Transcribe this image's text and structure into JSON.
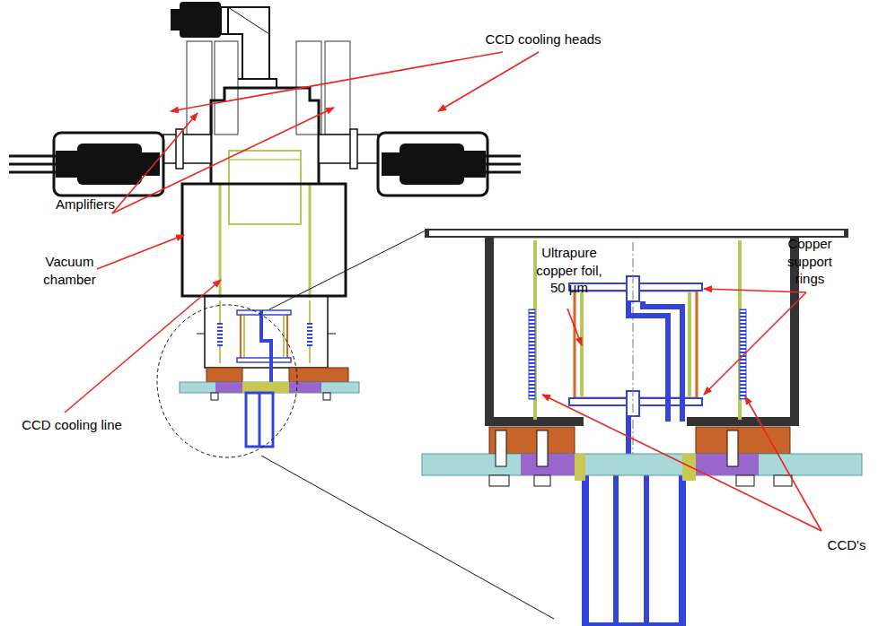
{
  "diagram": {
    "labels": [
      "CCD cooling heads",
      "Amplifiers",
      "Vacuum chamber",
      "CCD cooling line",
      "Ultrapure copper foil, 50 µm",
      "Copper support rings",
      "CCD's"
    ]
  }
}
